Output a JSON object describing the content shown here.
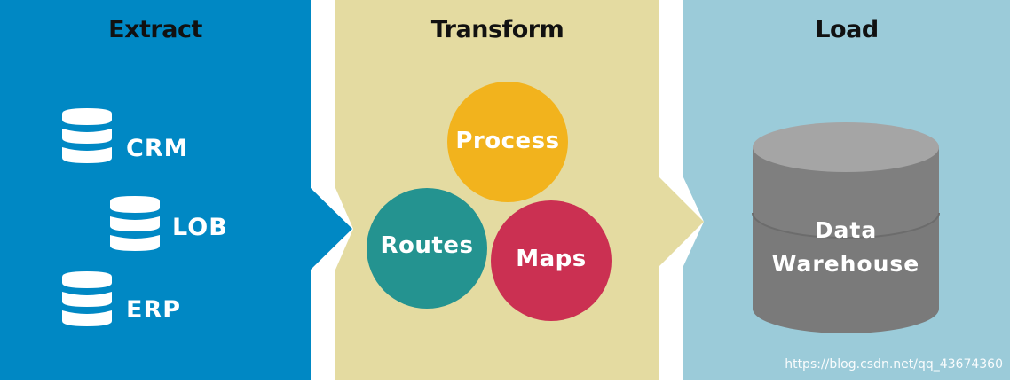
{
  "colors": {
    "extract": "#0088c4",
    "transform": "#e4dba1",
    "load": "#9bcbd9",
    "process": "#f2b31d",
    "routes": "#249390",
    "maps": "#cb3052",
    "warehouse_body": "#7a7a7a",
    "warehouse_top": "#a5a5a5",
    "db_icon": "#ffffff"
  },
  "extract": {
    "title": "Extract",
    "sources": [
      {
        "label": "CRM",
        "icon": "database-icon"
      },
      {
        "label": "LOB",
        "icon": "database-icon"
      },
      {
        "label": "ERP",
        "icon": "database-icon"
      }
    ]
  },
  "transform": {
    "title": "Transform",
    "steps": [
      {
        "label": "Process"
      },
      {
        "label": "Routes"
      },
      {
        "label": "Maps"
      }
    ]
  },
  "load": {
    "title": "Load",
    "warehouse_line1": "Data",
    "warehouse_line2": "Warehouse"
  },
  "watermark": "https://blog.csdn.net/qq_43674360"
}
